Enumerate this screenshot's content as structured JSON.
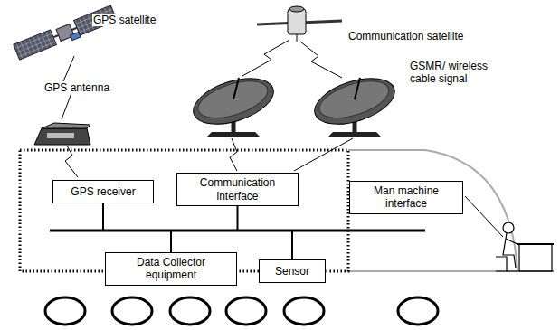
{
  "diagram": {
    "nodes": [
      {
        "text": [
          "GPS receiver"
        ]
      },
      {
        "text": [
          "Communication interface"
        ]
      },
      {
        "text": [
          "Man machine interface"
        ]
      },
      {
        "text": [
          "Data Collector equipment"
        ]
      },
      {
        "text": [
          "Sensor"
        ]
      }
    ],
    "edges": [
      {
        "from": 0,
        "to": 3,
        "arrow": "none"
      },
      {
        "from": 1,
        "to": 3,
        "arrow": "none"
      },
      {
        "from": 4,
        "to": 3,
        "arrow": "none"
      }
    ],
    "labels": [
      "GPS satellite",
      "Communication satellite",
      "GPS antenna",
      "GSMR/ wireless cable signal"
    ]
  }
}
